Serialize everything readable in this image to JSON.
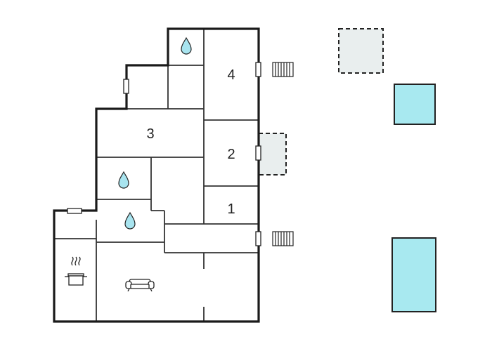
{
  "rooms": {
    "bedroom_1": "1",
    "bedroom_2": "2",
    "bedroom_3": "3",
    "bedroom_4": "4"
  },
  "icons": {
    "bathroom": "water-drop-icon",
    "kitchen": "cooking-pot-icon",
    "living": "sofa-icon",
    "stairs": "stairs-icon"
  },
  "colors": {
    "wall": "#1a1a1a",
    "inner_wall": "#333333",
    "water_drop": "#a8e4ef",
    "pool": "#a8e9f0",
    "terrace": "#e9eeee",
    "background": "#ffffff"
  }
}
